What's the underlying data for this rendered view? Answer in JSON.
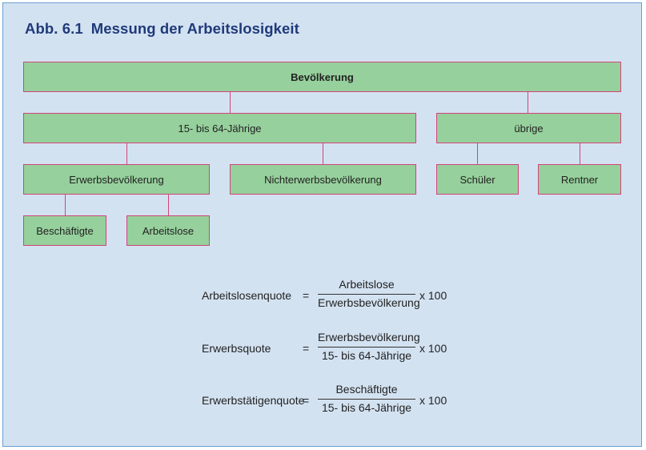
{
  "figure": {
    "number": "Abb. 6.1",
    "title": "Messung der Arbeitslosigkeit"
  },
  "tree": {
    "root": "Bevölkerung",
    "age_group": "15- bis 64-Jährige",
    "other": "übrige",
    "labor_force": "Erwerbsbevölkerung",
    "non_labor_force": "Nichterwerbsbevölkerung",
    "students": "Schüler",
    "pensioners": "Rentner",
    "employed": "Beschäftigte",
    "unemployed": "Arbeitslose"
  },
  "formulas": [
    {
      "label": "Arbeitslosenquote",
      "equals": "=",
      "numerator": "Arbeitslose",
      "denominator": "Erwerbsbevölkerung",
      "multiplier": "x 100"
    },
    {
      "label": "Erwerbsquote",
      "equals": "=",
      "numerator": "Erwerbsbevölkerung",
      "denominator": "15- bis 64-Jährige",
      "multiplier": "x 100"
    },
    {
      "label": "Erwerbstätigenquote",
      "equals": "=",
      "numerator": "Beschäftigte",
      "denominator": "15- bis 64-Jährige",
      "multiplier": "x 100"
    }
  ],
  "colors": {
    "background": "#d3e2f1",
    "frame_border": "#6a9ed0",
    "box_fill": "#96d09c",
    "box_border": "#d24478",
    "connector": "#d24478",
    "title": "#1f3a7a"
  }
}
